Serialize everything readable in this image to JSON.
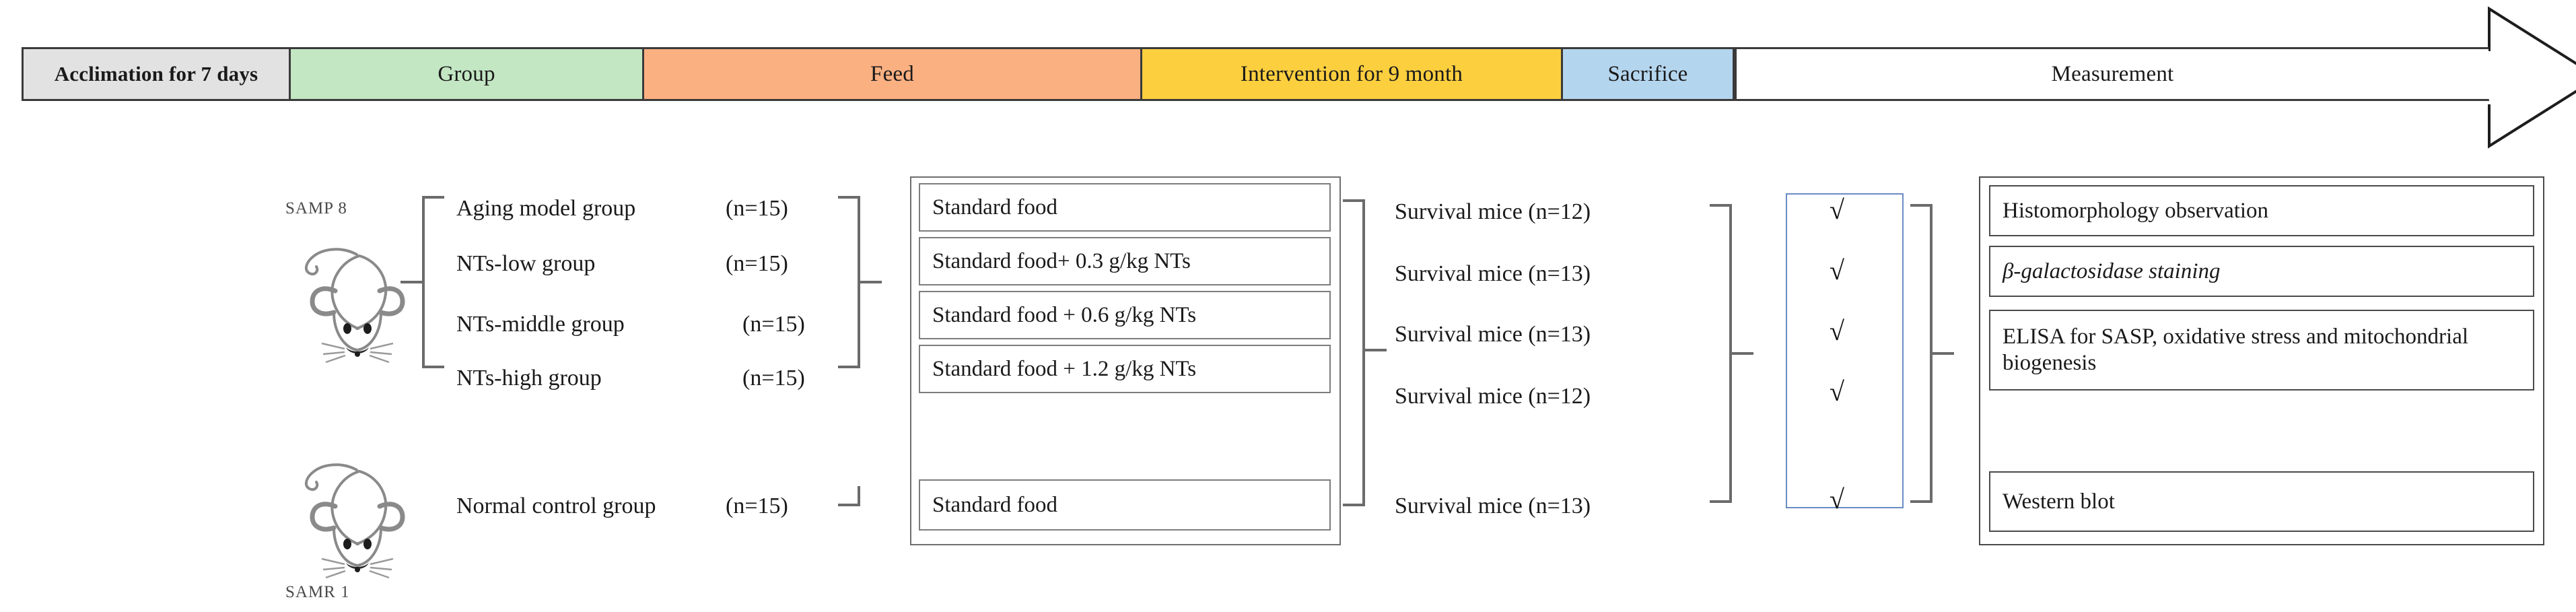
{
  "banner": {
    "segments": [
      {
        "label": "Acclimation for 7 days",
        "color": "#e2e2e2",
        "bold": true
      },
      {
        "label": "Group",
        "color": "#c3e6c3",
        "bold": false
      },
      {
        "label": "Feed",
        "color": "#fbb082",
        "bold": false
      },
      {
        "label": "Intervention for 9 month",
        "color": "#fccf3f",
        "bold": false
      },
      {
        "label": "Sacrifice",
        "color": "#b4d5ee",
        "bold": false
      },
      {
        "label": "Measurement",
        "color": "#ffffff",
        "bold": false
      }
    ]
  },
  "animals": [
    {
      "strain": "SAMP 8",
      "label_position": "above"
    },
    {
      "strain": "SAMR 1",
      "label_position": "below"
    }
  ],
  "groups": [
    {
      "name": "Aging model group",
      "n": "(n=15)"
    },
    {
      "name": "NTs-low group",
      "n": "(n=15)"
    },
    {
      "name": "NTs-middle group",
      "n": "(n=15)"
    },
    {
      "name": "NTs-high group",
      "n": "(n=15)"
    },
    {
      "name": "Normal control group",
      "n": "(n=15)"
    }
  ],
  "feed": [
    "Standard food",
    "Standard food+ 0.3 g/kg NTs",
    "Standard food + 0.6 g/kg NTs",
    "Standard food + 1.2 g/kg NTs",
    "Standard food"
  ],
  "survival": [
    "Survival mice (n=12)",
    "Survival mice (n=13)",
    "Survival mice (n=13)",
    "Survival mice (n=12)",
    "Survival mice (n=13)"
  ],
  "sacrifice": {
    "marks": [
      "√",
      "√",
      "√",
      "√",
      "√"
    ],
    "border_color": "#6a8cc4"
  },
  "measurements": [
    {
      "text": "Histomorphology observation",
      "lines": 1
    },
    {
      "text": "β-galactosidase staining",
      "lines": 1,
      "italic_prefix": "β"
    },
    {
      "text": "ELISA for SASP, oxidative stress and mitochondrial biogenesis",
      "lines": 2
    },
    {
      "text": "Western blot",
      "lines": 1
    }
  ],
  "chart_data": {
    "type": "table",
    "title": "Experimental design flow",
    "stages": [
      "Acclimation for 7 days",
      "Group",
      "Feed",
      "Intervention for 9 month",
      "Sacrifice",
      "Measurement"
    ],
    "rows": [
      {
        "strain": "SAMP 8",
        "group": "Aging model group",
        "n": 15,
        "feed": "Standard food",
        "survival": 12,
        "sacrificed": true
      },
      {
        "strain": "SAMP 8",
        "group": "NTs-low group",
        "n": 15,
        "feed": "Standard food+ 0.3 g/kg NTs",
        "survival": 13,
        "sacrificed": true
      },
      {
        "strain": "SAMP 8",
        "group": "NTs-middle group",
        "n": 15,
        "feed": "Standard food + 0.6 g/kg NTs",
        "survival": 13,
        "sacrificed": true
      },
      {
        "strain": "SAMP 8",
        "group": "NTs-high group",
        "n": 15,
        "feed": "Standard food + 1.2 g/kg NTs",
        "survival": 12,
        "sacrificed": true
      },
      {
        "strain": "SAMR 1",
        "group": "Normal control group",
        "n": 15,
        "feed": "Standard food",
        "survival": 13,
        "sacrificed": true
      }
    ]
  }
}
